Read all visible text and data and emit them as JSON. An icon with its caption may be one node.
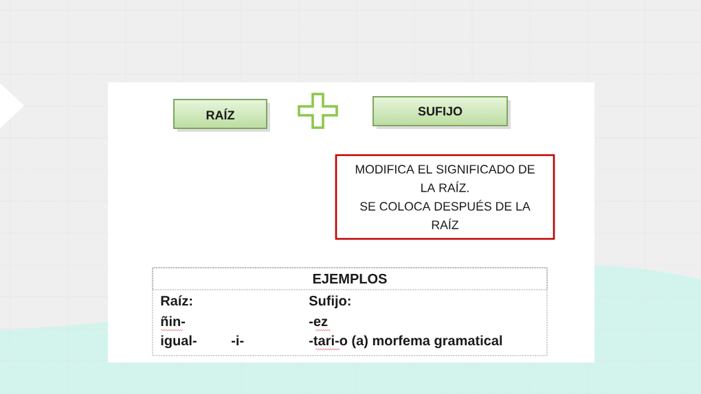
{
  "diagram": {
    "nodes": [
      {
        "text": [
          "RAÍZ"
        ]
      },
      {
        "text": [
          "SUFIJO"
        ]
      },
      {
        "text": [
          "MODIFICA EL SIGNIFICADO DE LA RAÍZ.",
          "SE COLOCA DESPUÉS DE LA RAÍZ"
        ]
      },
      {
        "text": [
          "EJEMPLOS"
        ]
      }
    ],
    "labels": [
      "Raíz:",
      "Sufijo:",
      "ñin-",
      "-ez",
      "igual-",
      "-i-",
      "-tari-o (a) morfema gramatical"
    ]
  }
}
